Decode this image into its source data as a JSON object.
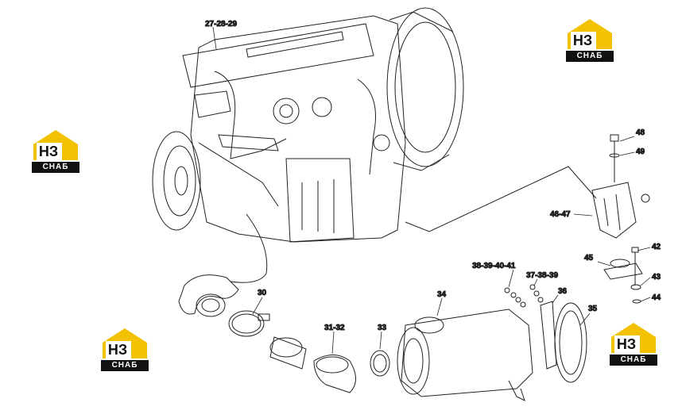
{
  "logo": {
    "mark": "НЗ",
    "sub": "СНАБ",
    "accent": "#f2c200",
    "dark": "#111111"
  },
  "callouts": {
    "c27_28_29": "27-28-29",
    "c48": "48",
    "c49": "49",
    "c46_47": "46-47",
    "c42": "42",
    "c45": "45",
    "c43": "43",
    "c44": "44",
    "c38_39_40_41": "38-39-40-41",
    "c37_38_39": "37-38-39",
    "c36": "36",
    "c35": "35",
    "c34": "34",
    "c30": "30",
    "c31_32": "31-32",
    "c33": "33"
  }
}
